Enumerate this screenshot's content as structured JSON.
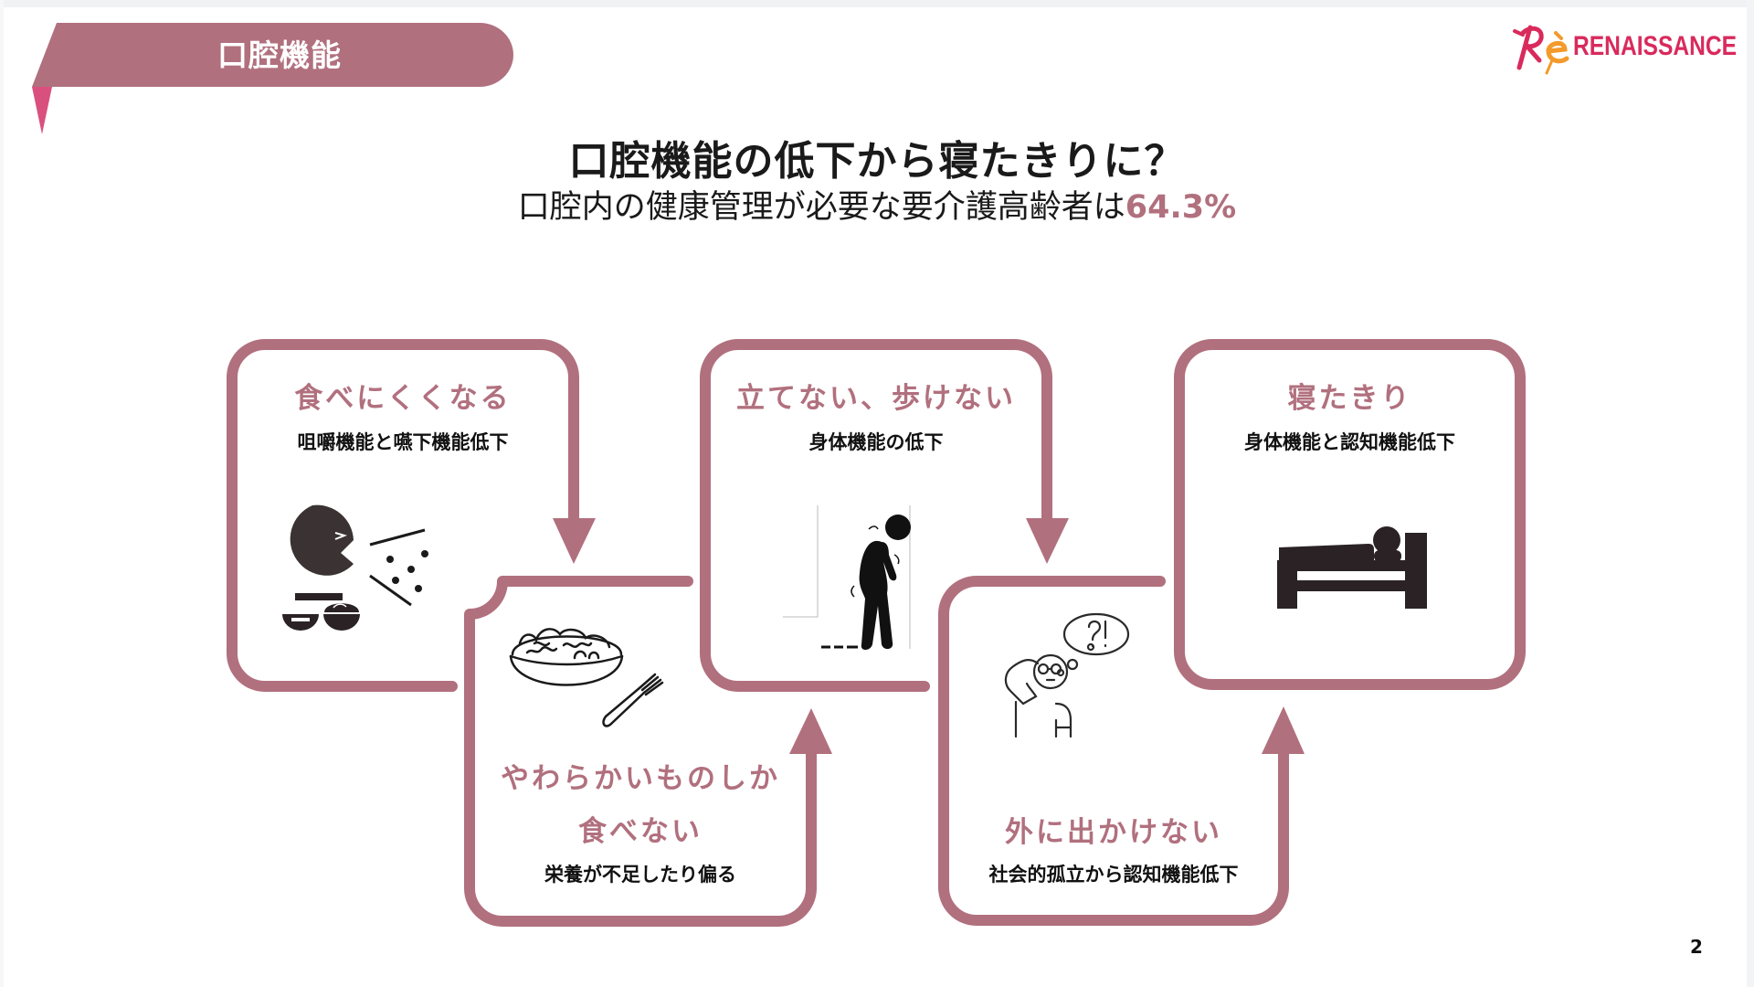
{
  "header": {
    "section_label": "口腔機能",
    "logo_text": "RENAISSANCE",
    "logo_icon": "renaissance-re-logo-icon"
  },
  "title": {
    "main": "口腔機能の低下から寝たきりに？",
    "subtitle_prefix": "口腔内の健康管理が必要な要介護高齢者は",
    "subtitle_value": "64.3%"
  },
  "colors": {
    "accent": "#b1707e",
    "accent_dark_pink": "#d9507e",
    "logo_red": "#d92a5c",
    "logo_orange": "#f39a2b",
    "icon_dark": "#3a3233"
  },
  "steps": [
    {
      "title": "食べにくくなる",
      "description": "咀嚼機能と嚥下機能低下",
      "icon": "chewing-swallowing-icon"
    },
    {
      "title_line1": "やわらかいものしか",
      "title_line2": "食べない",
      "description": "栄養が不足したり偏る",
      "icon": "bowl-fork-icon"
    },
    {
      "title": "立てない、歩けない",
      "description": "身体機能の低下",
      "icon": "stooped-person-icon"
    },
    {
      "title": "外に出かけない",
      "description": "社会的孤立から認知機能低下",
      "icon": "confused-elderly-icon"
    },
    {
      "title": "寝たきり",
      "description": "身体機能と認知機能低下",
      "icon": "bedridden-icon"
    }
  ],
  "footer": {
    "page_number": "2"
  }
}
